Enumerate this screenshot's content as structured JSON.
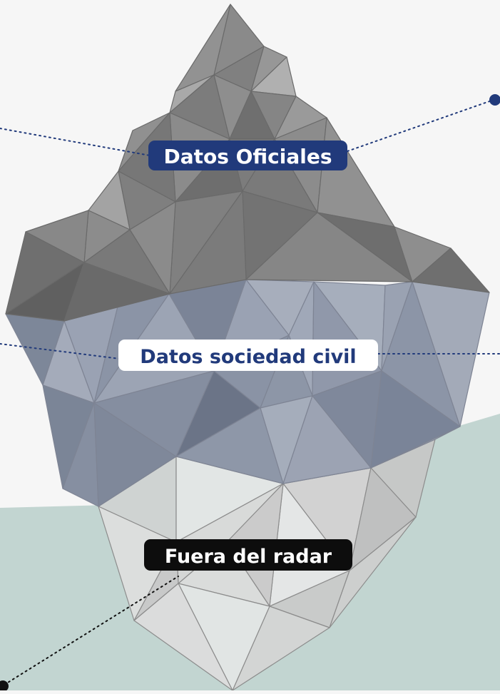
{
  "labels": {
    "official": "Datos Oficiales",
    "civil": "Datos sociedad civil",
    "radar": "Fuera del radar"
  },
  "colors": {
    "background": "#f6f6f6",
    "water": "#c2d5d1",
    "tip": "#7a7a7a",
    "middle": "#8d97aa",
    "bottom": "#d6d8d7",
    "accent_blue": "#213a7b",
    "accent_black": "#111111"
  }
}
